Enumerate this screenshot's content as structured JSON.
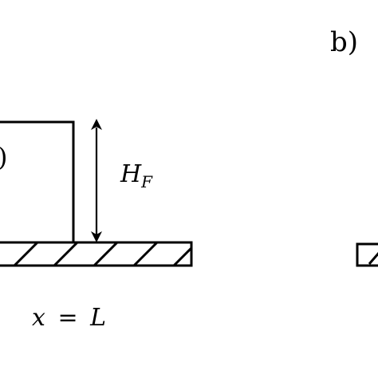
{
  "labels": {
    "panel_b": "b)",
    "panel_a_fragment": ")",
    "height_symbol": "H",
    "height_subscript": "F",
    "position_lhs": "x",
    "position_eq": "=",
    "position_rhs": "L"
  },
  "colors": {
    "stroke": "#000000",
    "background": "#ffffff"
  }
}
